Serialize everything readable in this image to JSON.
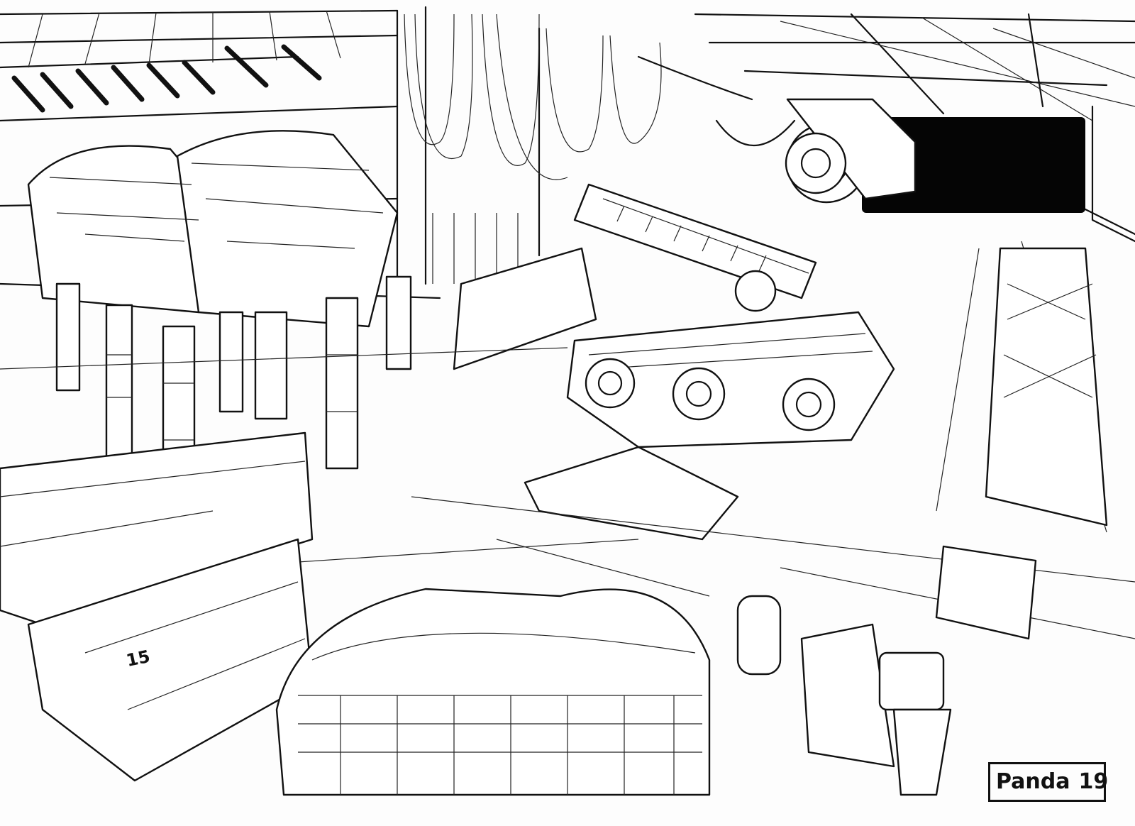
{
  "artwork": {
    "signature": {
      "name": "Panda",
      "year": "19"
    },
    "wall_number": "15",
    "ink_color": "#111111",
    "paper_color": "#fdfdfd"
  }
}
